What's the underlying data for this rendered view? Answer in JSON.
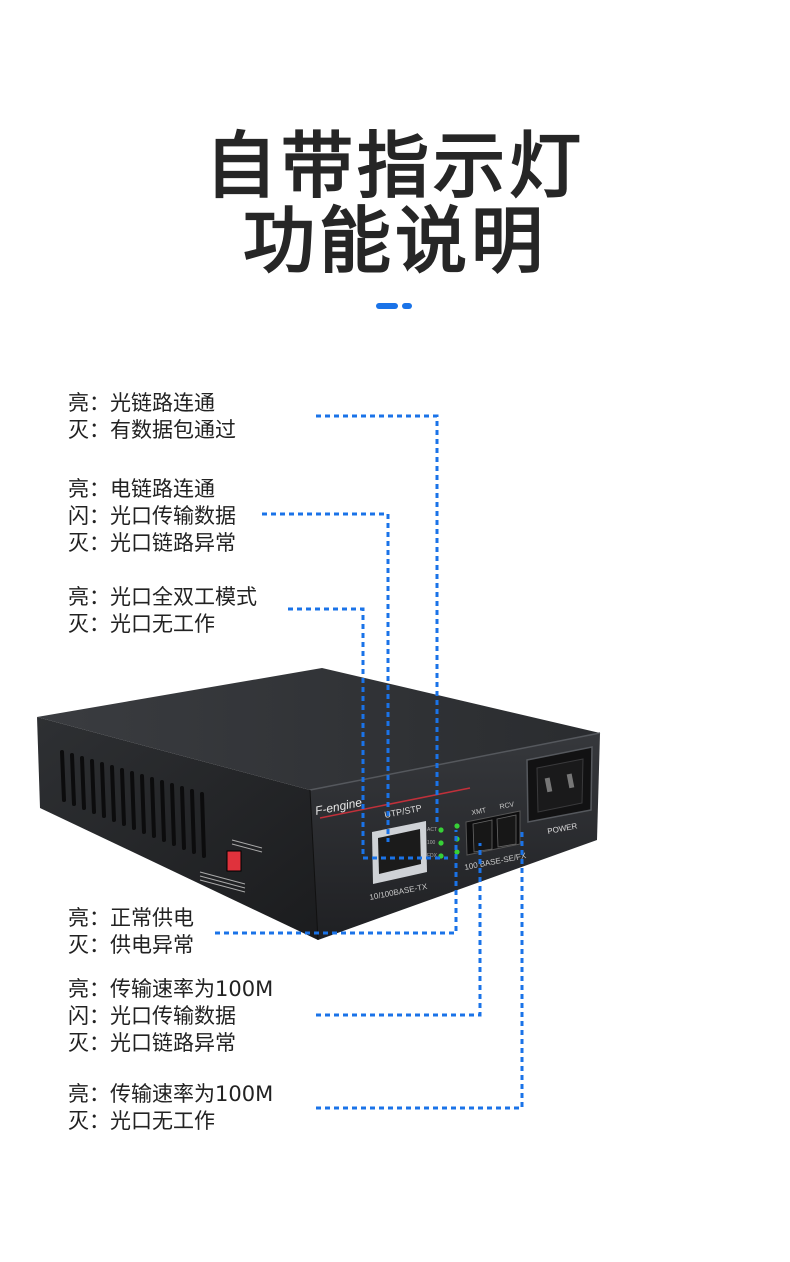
{
  "title": {
    "line1": "自带指示灯",
    "line2": "功能说明"
  },
  "colors": {
    "dotted": "#1a73e8",
    "device": "#2b2d30",
    "led": "#37d037",
    "switch": "#e0323c"
  },
  "top_groups": [
    {
      "lines": [
        "亮：光链路连通",
        "灭：有数据包通过"
      ]
    },
    {
      "lines": [
        "亮：电链路连通",
        "闪：光口传输数据",
        "灭：光口链路异常"
      ]
    },
    {
      "lines": [
        "亮：光口全双工模式",
        "灭：光口无工作"
      ]
    }
  ],
  "bottom_groups": [
    {
      "lines": [
        "亮：正常供电",
        "灭：供电异常"
      ]
    },
    {
      "lines": [
        "亮：传输速率为100M",
        "闪：光口传输数据",
        "灭：光口链路异常"
      ]
    },
    {
      "lines": [
        "亮：传输速率为100M",
        "灭：光口无工作"
      ]
    }
  ],
  "device": {
    "brand": "F-engine",
    "port_label": "UTP/STP",
    "port_caption": "10/100BASE-TX",
    "fiber_caption": "100 BASE-SE/FX",
    "xmt": "XMT",
    "rcv": "RCV",
    "power": "POWER",
    "led_labels": [
      "ACT",
      "100",
      "FDX"
    ]
  }
}
